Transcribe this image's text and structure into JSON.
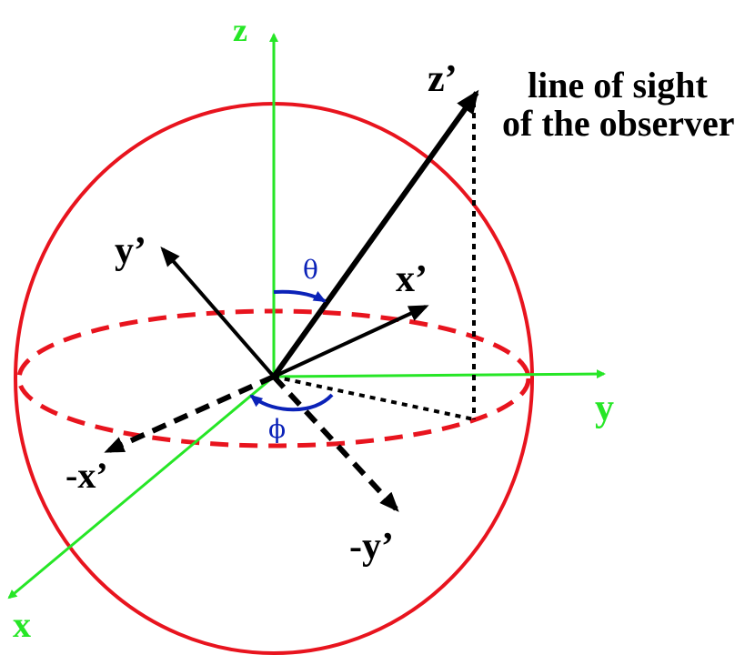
{
  "colors": {
    "sphere": "#e8141e",
    "lab_axes": "#26e626",
    "body_axes": "#000000",
    "angles": "#0b22b8",
    "background": "#ffffff"
  },
  "labels": {
    "z": "z",
    "y": "y",
    "x": "x",
    "z_prime": "z’",
    "y_prime": "y’",
    "x_prime": "x’",
    "neg_x_prime": "-x’",
    "neg_y_prime": "-y’",
    "theta": "θ",
    "phi": "ϕ",
    "line_of_sight_1": "line of sight",
    "line_of_sight_2": "of the observer"
  }
}
